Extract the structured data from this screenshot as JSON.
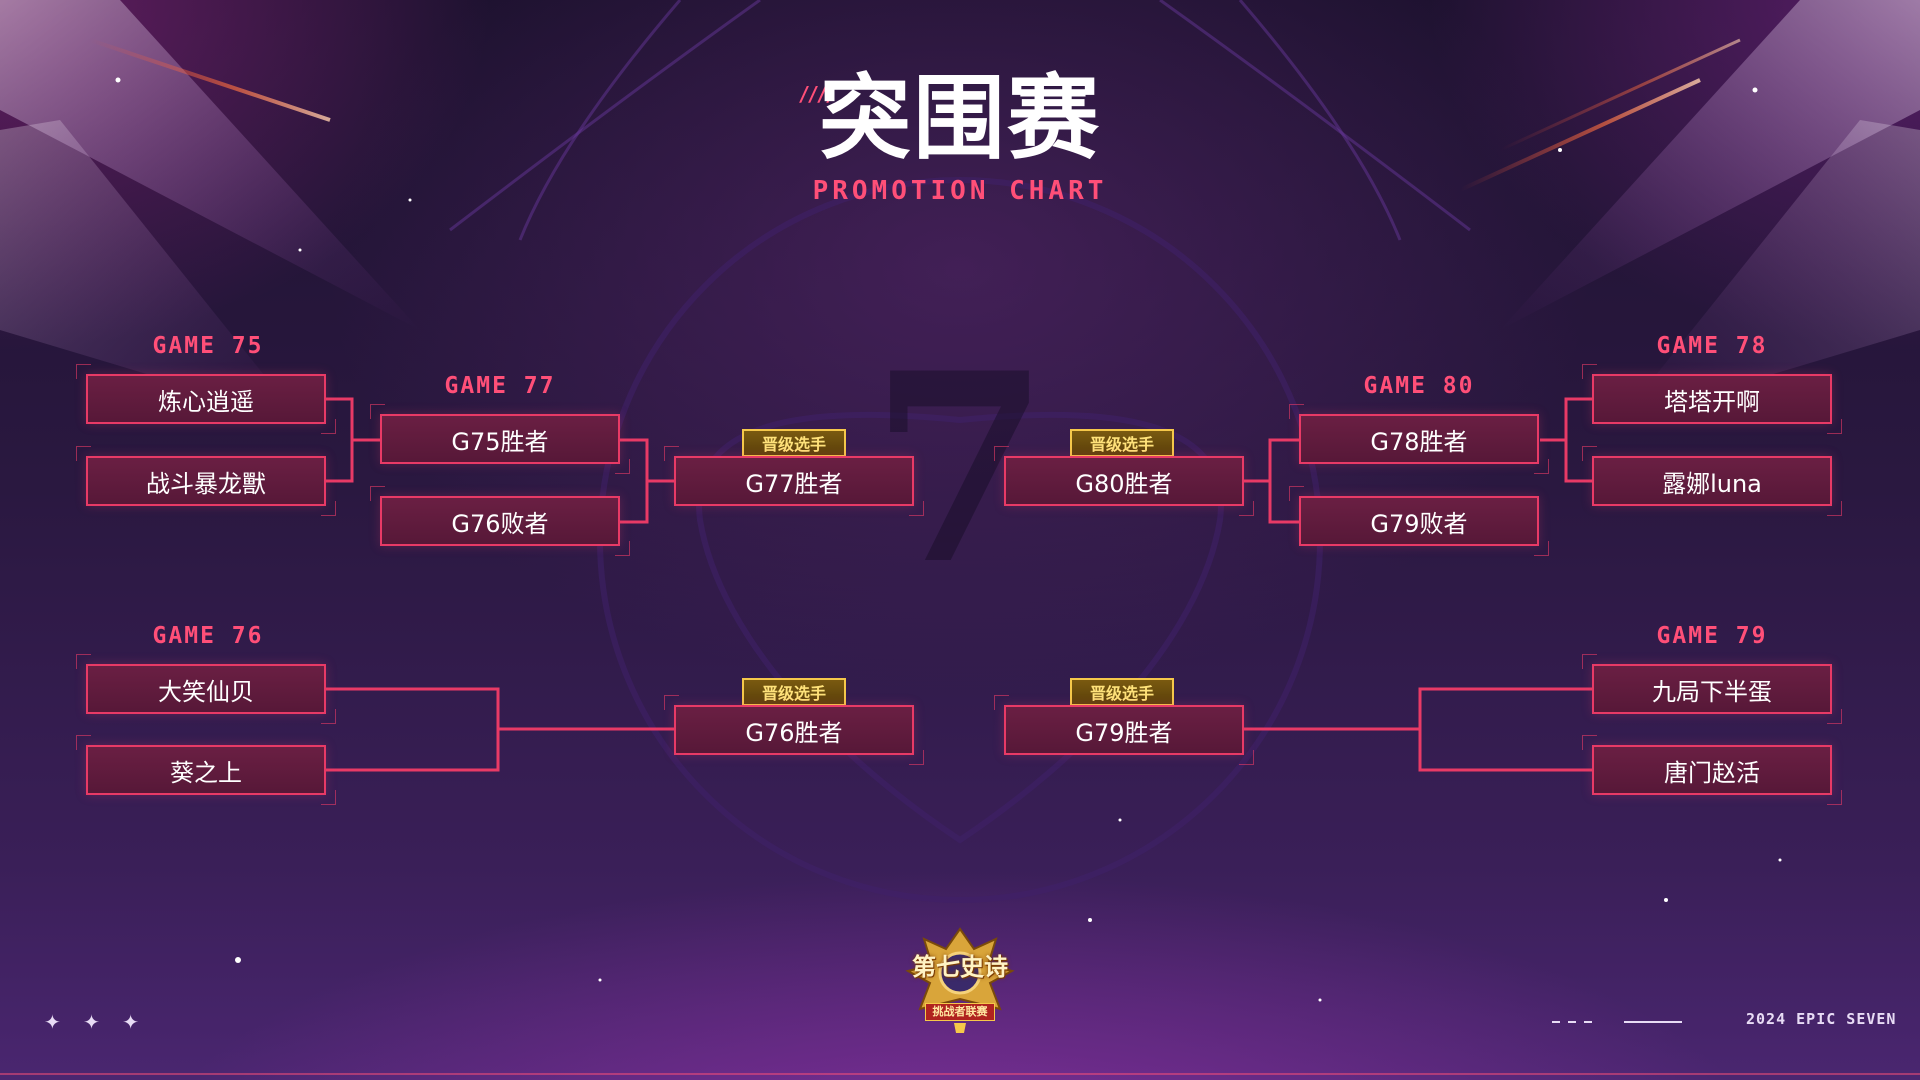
{
  "header": {
    "title": "突围赛",
    "subtitle": "PROMOTION CHART"
  },
  "games": {
    "g75": {
      "label": "GAME 75",
      "players": [
        "炼心逍遥",
        "战斗暴龙獸"
      ]
    },
    "g76": {
      "label": "GAME 76",
      "players": [
        "大笑仙贝",
        "葵之上"
      ]
    },
    "g77": {
      "label": "GAME 77",
      "players": [
        "G75胜者",
        "G76败者"
      ]
    },
    "g78": {
      "label": "GAME 78",
      "players": [
        "塔塔开啊",
        "露娜luna"
      ]
    },
    "g79": {
      "label": "GAME 79",
      "players": [
        "九局下半蛋",
        "唐门赵活"
      ]
    },
    "g80": {
      "label": "GAME 80",
      "players": [
        "G78胜者",
        "G79败者"
      ]
    }
  },
  "advancers": [
    {
      "badge": "晋级选手",
      "name": "G77胜者"
    },
    {
      "badge": "晋级选手",
      "name": "G80胜者"
    },
    {
      "badge": "晋级选手",
      "name": "G76胜者"
    },
    {
      "badge": "晋级选手",
      "name": "G79胜者"
    }
  ],
  "logo": {
    "title": "第七史诗",
    "subtitle": "挑战者联赛"
  },
  "footer": {
    "decoration": "✦ ✦ ✦",
    "brand": "2024 EPIC SEVEN"
  },
  "colors": {
    "accent": "#ff4f78",
    "box_border": "#e83a66",
    "box_fill": "#5f1b3d",
    "badge_border": "#f5c84a",
    "background": "#2a1840"
  }
}
